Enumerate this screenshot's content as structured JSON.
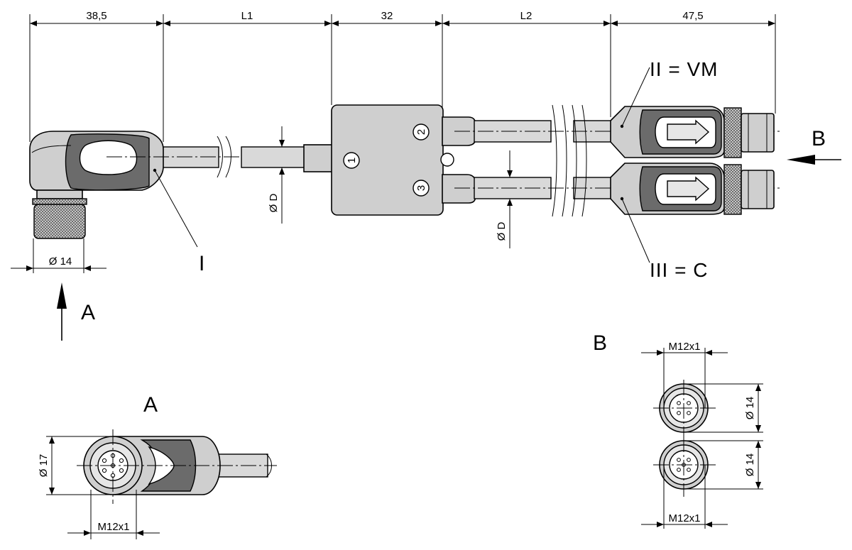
{
  "dimensions": {
    "d1": "38,5",
    "d2": "L1",
    "d3": "32",
    "d4": "L2",
    "d5": "47,5",
    "dia_14_top": "Ø 14",
    "dia_d_left": "Ø D",
    "dia_d_right": "Ø D",
    "dia_17": "Ø 17",
    "thread_a": "M12x1",
    "thread_b_top": "M12x1",
    "thread_b_bottom": "M12x1",
    "dia_14_b1": "Ø 14",
    "dia_14_b2": "Ø 14"
  },
  "labels": {
    "connector_1": "I",
    "connector_2": "II  =  VM",
    "connector_3": "III  =  C",
    "view_a_arrow": "A",
    "view_b_arrow": "B",
    "view_a_title": "A",
    "view_b_title": "B",
    "port_1": "1",
    "port_2": "2",
    "port_3": "3"
  }
}
